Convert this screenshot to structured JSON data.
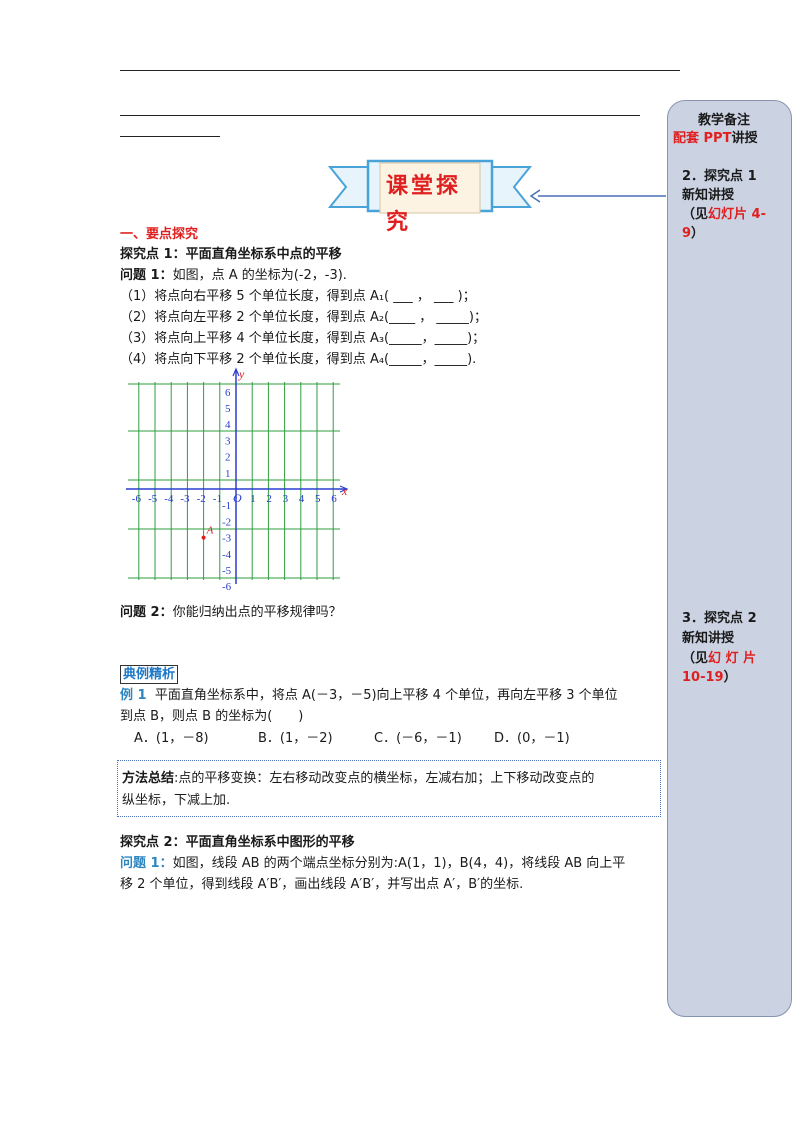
{
  "header_lines": [
    "________________________________________________",
    "_________________________________________________________"
  ],
  "banner": {
    "text": "课堂探究"
  },
  "section1": {
    "title": "一、要点探究"
  },
  "explore1": {
    "title": "探究点 1：平面直角坐标系中点的平移",
    "q1_label": "问题 1：",
    "q1_text": "如图，点 A 的坐标为(-2，-3).",
    "items": [
      "（1）将点向右平移 5 个单位长度，得到点 A₁( ___ ， ___ )；",
      "（2）将点向左平移 2 个单位长度，得到点 A₂(____ ， _____)；",
      "（3）将点向上平移 4 个单位长度，得到点 A₃(_____，_____)；",
      "（4）将点向下平移 2 个单位长度，得到点 A₄(_____，_____)."
    ],
    "q2_label": "问题 2：",
    "q2_text": "你能归纳出点的平移规律吗？"
  },
  "graph": {
    "x_ticks": [
      "-6",
      "-5",
      "-4",
      "-3",
      "-2",
      "-1",
      "1",
      "2",
      "3",
      "4",
      "5",
      "6"
    ],
    "y_ticks_pos": [
      "6",
      "5",
      "4",
      "3",
      "2",
      "1"
    ],
    "y_ticks_neg": [
      "-1",
      "-2",
      "-3",
      "-4",
      "-5",
      "-6"
    ],
    "x_label": "x",
    "y_label": "y",
    "origin_label": "O",
    "point_label": "A",
    "point": {
      "x": -2,
      "y": -3
    }
  },
  "example": {
    "box_label": "典例精析",
    "label": "例 1",
    "text_line1": "平面直角坐标系中，将点 A(－3，－5)向上平移 4 个单位，再向左平移 3 个单位",
    "text_line2": "到点 B，则点 B 的坐标为(　　)",
    "options": [
      "A．(1，－8)",
      "B．(1，－2)",
      "C．(－6，－1)",
      "D．(0，－1)"
    ]
  },
  "method": {
    "label": "方法总结",
    "line1": ":点的平移变换：左右移动改变点的横坐标，左减右加；上下移动改变点的",
    "line2": "纵坐标，下减上加."
  },
  "explore2": {
    "title": "探究点 2：平面直角坐标系中图形的平移",
    "q_label": "问题 1：",
    "line1": "如图，线段 AB 的两个端点坐标分别为:A(1，1)，B(4，4)，将线段 AB 向上平",
    "line2": "移 2 个单位，得到线段 A′B′，画出线段 A′B′，并写出点 A′，B′的坐标."
  },
  "sidebar": {
    "title": "教学备注",
    "ppt_label": "配套 PPT",
    "ppt_suffix": "讲授",
    "note1_line1": "2．探究点 1",
    "note1_line2": "新知讲授",
    "note1_line3_a": "（见",
    "note1_line3_b": "幻灯片 4-",
    "note1_line4": "9",
    "note1_line4_suffix": "）",
    "note2_line1": "3．探究点 2",
    "note2_line2": "新知讲授",
    "note2_line3_a": "（见",
    "note2_line3_b": "幻 灯 片",
    "note2_line4": "10-19",
    "note2_line4_suffix": "）"
  },
  "colors": {
    "accent_red": "#e02020",
    "accent_blue": "#2e86c1",
    "sidebar_bg": "#cbd3e3",
    "grid_green": "#2e9e3e",
    "axis_blue": "#2a3fcf"
  }
}
